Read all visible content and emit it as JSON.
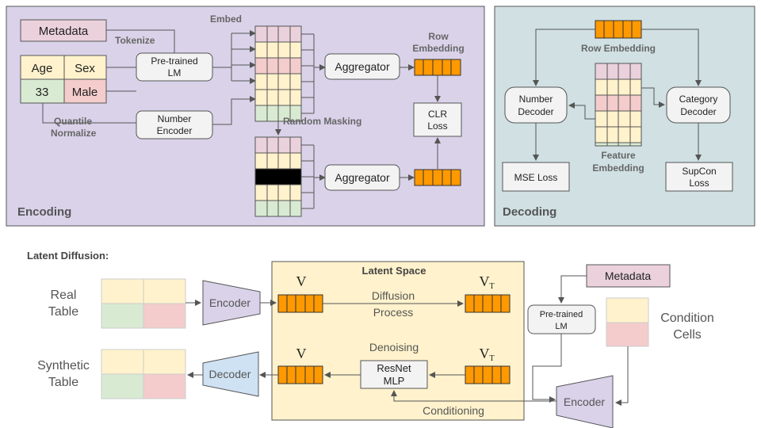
{
  "colors": {
    "encoding_bg": "#d9d2e9",
    "decoding_bg": "#d0e0e3",
    "latent_bg": "#fff2cc",
    "metadata_pink": "#ead1dc",
    "cell_yellow": "#fff2cc",
    "cell_green": "#d9ead3",
    "cell_pink": "#f4cccc",
    "box_grey": "#f3f3f3",
    "orange": "#ff9900",
    "decoder_blue": "#cfe2f3",
    "label_grey": "#666666"
  },
  "encoding": {
    "section_label": "Encoding",
    "metadata": "Metadata",
    "tokenize": "Tokenize",
    "embed": "Embed",
    "table": {
      "h1": "Age",
      "h2": "Sex",
      "v1": "33",
      "v2": "Male"
    },
    "pretrained_lm": [
      "Pre-trained",
      "LM"
    ],
    "quantile": [
      "Quantile",
      "Normalize"
    ],
    "number_encoder": [
      "Number",
      "Encoder"
    ],
    "aggregator": "Aggregator",
    "aggregator2": "Aggregator",
    "row_embedding": [
      "Row",
      "Embedding"
    ],
    "random_masking": "Random Masking",
    "clr_loss": [
      "CLR",
      "Loss"
    ]
  },
  "decoding": {
    "section_label": "Decoding",
    "row_embedding": "Row Embedding",
    "number_decoder": [
      "Number",
      "Decoder"
    ],
    "category_decoder": [
      "Category",
      "Decoder"
    ],
    "feature_embedding": [
      "Feature",
      "Embedding"
    ],
    "mse_loss": "MSE Loss",
    "supcon_loss": [
      "SupCon",
      "Loss"
    ]
  },
  "latent": {
    "section_label": "Latent Diffusion:",
    "latent_space": "Latent Space",
    "real_table": [
      "Real",
      "Table"
    ],
    "synthetic_table": [
      "Synthetic",
      "Table"
    ],
    "encoder": "Encoder",
    "decoder": "Decoder",
    "v": "V",
    "v_t": "V",
    "t_sub": "T",
    "diffusion_process": [
      "Diffusion",
      "Process"
    ],
    "denoising": "Denoising",
    "resnet_mlp": [
      "ResNet",
      "MLP"
    ],
    "metadata": "Metadata",
    "pretrained_lm": [
      "Pre-trained",
      "LM"
    ],
    "condition_cells": [
      "Condition",
      "Cells"
    ],
    "encoder2": "Encoder",
    "conditioning": "Conditioning"
  }
}
